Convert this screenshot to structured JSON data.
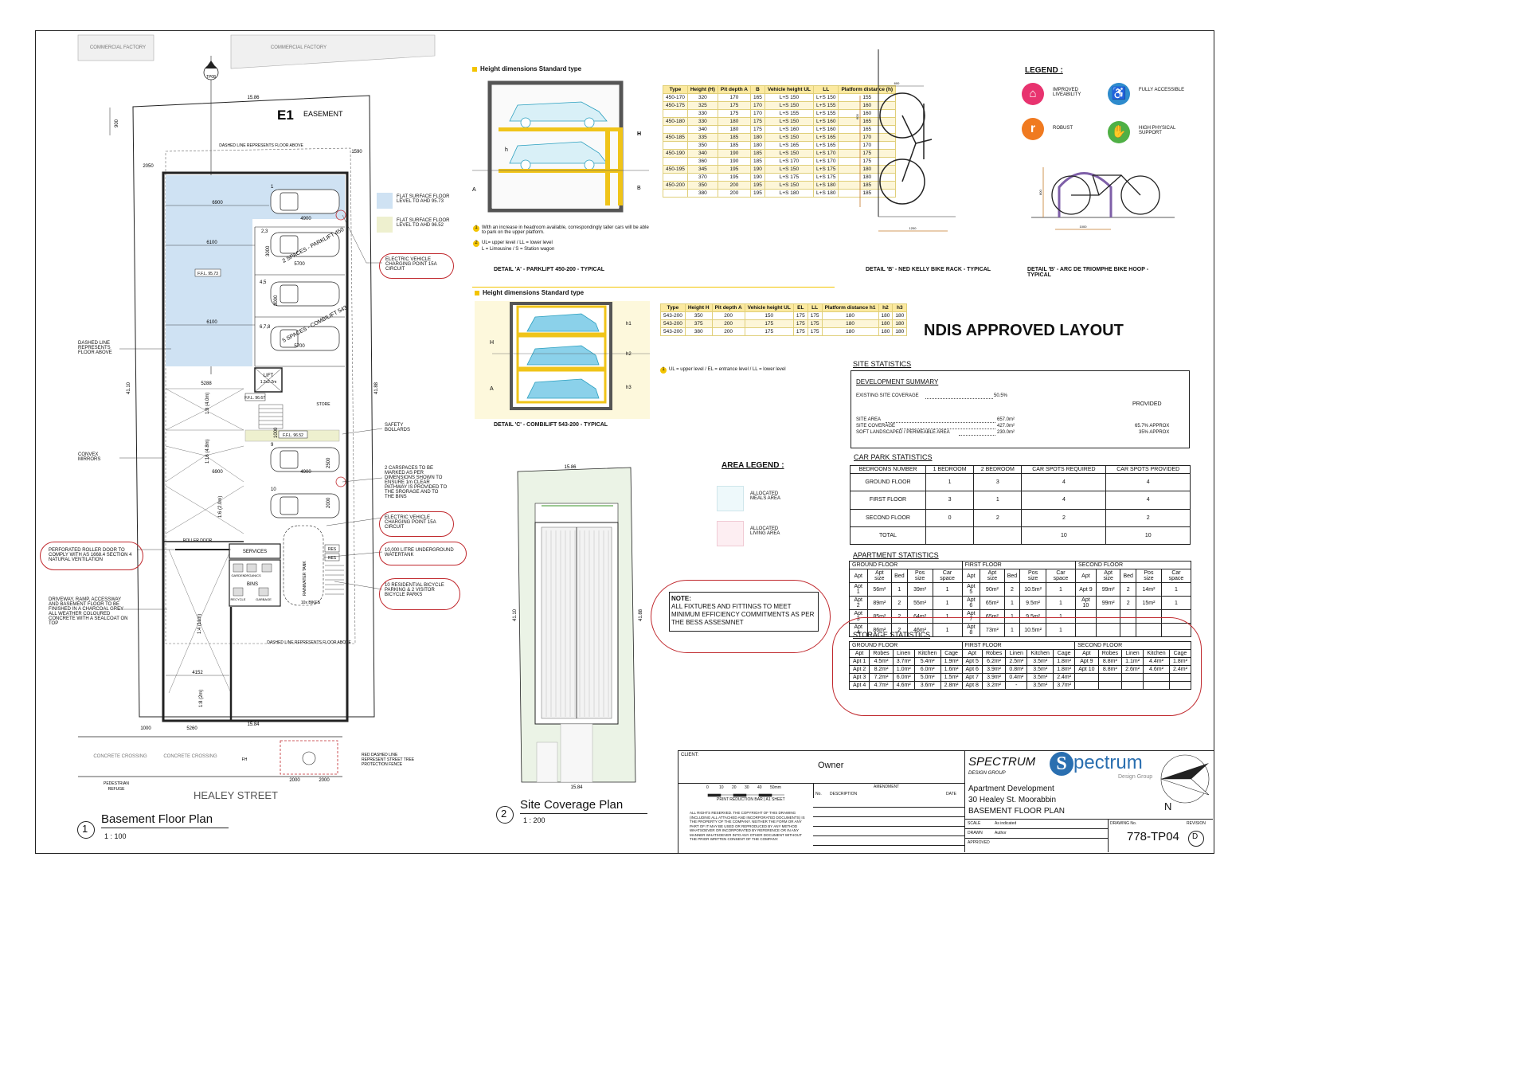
{
  "context": {
    "commercial_factory": "COMMERCIAL FACTORY",
    "tp08": "TP08",
    "dim_15_86": "15.86",
    "dim_41_10": "41.10",
    "dim_41_88": "41.88",
    "dim_15_84": "15.84",
    "street": "HEALEY STREET"
  },
  "basement": {
    "easement_code": "E1",
    "easement_label": "EASEMENT",
    "dashed_floor_above": "DASHED LINE REPRESENTS FLOOR ABOVE",
    "dims": {
      "d6900": "6900",
      "d4900": "4900",
      "d6100": "6100",
      "d5700": "5700",
      "d3000": "3000",
      "d2050": "2050",
      "d1590": "1590",
      "d5288": "5288",
      "d4152": "4152",
      "d1000": "1000",
      "d5260": "5260",
      "d2000": "2000",
      "d2500": "2500",
      "d6900b": "6900",
      "d4900b": "4900"
    },
    "spaces": [
      "1",
      "2,3",
      "4,5",
      "6,7,8",
      "9",
      "10"
    ],
    "parklift": "2 SPACES - PARKLIFT 450",
    "combilift": "5 SPACES - COMBILIFT 543",
    "ffl_9573": "F.F.L. 95.73",
    "ffl_9667": "F.F.L. 96.67",
    "ffl_9652": "F.F.L. 96.52",
    "lift": "LIFT",
    "lift_size": "1.2x2.2m",
    "store": "STORE",
    "ramp_1_8": "1:8 (4.0m)",
    "ramp_1_16": "1:16 (4.8m)",
    "ramp_1_6": "1:6 (2.0m)",
    "ramp_1_4": "1:4 (11m)",
    "ramp_1_8b": "1:8 (2m)",
    "roller_door": "ROLLER DOOR",
    "services": "SERVICES",
    "res1": "RES",
    "res2": "RES",
    "rainwater_tank": "RAINWATER TANK",
    "bins": "BINS",
    "bin_garden": "GARDEN",
    "bin_organics": "ORGANICS",
    "bin_recycle": "RECYCLE",
    "bin_garbage": "GARBAGE",
    "bikes": "10x BIKES",
    "concrete_crossing": "CONCRETE CROSSING",
    "fh": "FH",
    "pedestrian_refuge": "PEDESTRIAN REFUGE",
    "tree_fence": "RED DASHED LINE REPRESENT STREET TREE PROTECTION FENCE",
    "legend_flat_95": "FLAT SURFACE FLOOR LEVEL TO AHD 95.73",
    "legend_flat_96": "FLAT SURFACE FLOOR LEVEL TO AHD 96.52",
    "notes": {
      "ev1": "ELECTRIC VEHICLE CHARGING POINT 15A CIRCUIT",
      "dashed": "DASHED LINE REPRESENTS FLOOR ABOVE",
      "bollards": "SAFETY BOLLARDS",
      "mirrors": "CONVEX MIRRORS",
      "carspaces": "2 CARSPACES TO BE MARKED AS PER DIMENSIONS SHOWN TO ENSURE 1m CLEAR PATHWAY IS PROVIDED TO THE SRORAGE AND TO THE BINS",
      "ev2": "ELECTRIC VEHICLE CHARGING POINT 15A CIRCUIT",
      "tank": "10,000 LITRE UNDERGROUND WATERTANK",
      "bicycle": "10 RESIDENTIAL BICYCLE PARKING & 2 VISITOR BICYCLE PARKS",
      "roller": "PERFORATED ROLLER DOOR TO COMPLY WITH AS 1668.4 SECTION 4 NATURAL VENTILATION",
      "driveway": "DRIVEWAY, RAMP, ACCESSWAY AND BASEMENT FLOOR TO BE FINISHED IN A CHARCOAL GREY ALL WEATHER COLOURED CONCRETE WITH A SEALCOAT ON TOP"
    },
    "title_num": "1",
    "title": "Basement Floor Plan",
    "scale": "1 : 100"
  },
  "site_coverage": {
    "title_num": "2",
    "title": "Site Coverage Plan",
    "scale": "1 : 200"
  },
  "detail_a": {
    "header": "Height dimensions Standard type",
    "caption": "DETAIL 'A' - PARKLIFT 450-200 - TYPICAL",
    "note1": "With an increase in headroom available, correspondingly taller cars will be able to park on the upper platform.",
    "note2a": "UL= upper level / LL = lower level",
    "note2b": "L = Limousine / S = Station wagon",
    "marks": {
      "h": "h",
      "H": "H",
      "A": "A",
      "B": "B",
      "note_1": "1",
      "note_2": "2"
    },
    "table_headers": [
      "Type",
      "Height (H)",
      "Pit depth A",
      "B",
      "Vehicle height UL",
      "LL",
      "Platform distance (h)"
    ],
    "rows": [
      [
        "450-170",
        "320",
        "170",
        "165",
        "L+S 150",
        "L+S 150",
        "155"
      ],
      [
        "450-175",
        "325",
        "175",
        "170",
        "L+S 150",
        "L+S 155",
        "160"
      ],
      [
        "",
        "330",
        "175",
        "170",
        "L+S 155",
        "L+S 155",
        "160"
      ],
      [
        "450-180",
        "330",
        "180",
        "175",
        "L+S 150",
        "L+S 160",
        "165"
      ],
      [
        "",
        "340",
        "180",
        "175",
        "L+S 160",
        "L+S 160",
        "165"
      ],
      [
        "450-185",
        "335",
        "185",
        "180",
        "L+S 150",
        "L+S 165",
        "170"
      ],
      [
        "",
        "350",
        "185",
        "180",
        "L+S 165",
        "L+S 165",
        "170"
      ],
      [
        "450-190",
        "340",
        "190",
        "185",
        "L+S 150",
        "L+S 170",
        "175"
      ],
      [
        "",
        "360",
        "190",
        "185",
        "L+S 170",
        "L+S 170",
        "175"
      ],
      [
        "450-195",
        "345",
        "195",
        "190",
        "L+S 150",
        "L+S 175",
        "180"
      ],
      [
        "",
        "370",
        "195",
        "190",
        "L+S 175",
        "L+S 175",
        "180"
      ],
      [
        "450-200",
        "350",
        "200",
        "195",
        "L+S 150",
        "L+S 180",
        "185"
      ],
      [
        "",
        "380",
        "200",
        "195",
        "L+S 180",
        "L+S 180",
        "185"
      ]
    ]
  },
  "detail_c": {
    "header": "Height dimensions Standard type",
    "caption": "DETAIL 'C' - COMBILIFT 543-200 - TYPICAL",
    "note": "UL = upper level / EL = entrance level / LL = lower level",
    "marks": {
      "H": "H",
      "A": "A",
      "h1": "h1",
      "h2": "h2",
      "h3": "h3",
      "note_1": "1"
    },
    "table_headers": [
      "Type",
      "Height H",
      "Pit depth A",
      "Vehicle height UL",
      "EL",
      "LL",
      "Platform distance h1",
      "h2",
      "h3"
    ],
    "rows": [
      [
        "543-200",
        "350",
        "200",
        "150",
        "175",
        "175",
        "180",
        "180",
        "180"
      ],
      [
        "543-200",
        "375",
        "200",
        "175",
        "175",
        "175",
        "180",
        "180",
        "180"
      ],
      [
        "543-200",
        "380",
        "200",
        "175",
        "175",
        "175",
        "180",
        "180",
        "180"
      ]
    ]
  },
  "detail_b1": {
    "caption": "DETAIL 'B' - NED KELLY BIKE RACK - TYPICAL",
    "dim_w": "600",
    "dim_h": "1200",
    "dim_top": "600"
  },
  "detail_b2": {
    "caption": "DETAIL 'B' - ARC DE TRIOMPHE BIKE HOOP - TYPICAL",
    "dim_w": "1000",
    "dim_h": "800"
  },
  "legend": {
    "title": "LEGEND :",
    "items": [
      {
        "icon": "house-icon",
        "label": "IMPROVED LIVEABILITY",
        "color": "#e8336f"
      },
      {
        "icon": "wheelchair-icon",
        "label": "FULLY ACCESSIBLE",
        "color": "#2e8bcd"
      },
      {
        "icon": "robust-icon",
        "label": "ROBUST",
        "color": "#f07a20"
      },
      {
        "icon": "support-icon",
        "label": "HIGH PHYSICAL SUPPORT",
        "color": "#4fb045"
      }
    ]
  },
  "ndis_title": "NDIS APPROVED LAYOUT",
  "area_legend": {
    "title": "AREA LEGEND :",
    "meals": "ALLOCATED MEALS AREA",
    "living": "ALLOCATED LIVING AREA"
  },
  "note": {
    "title": "NOTE:",
    "text": "ALL FIXTURES AND FITTINGS TO MEET MINIMUM EFFICIENCY COMMITMENTS AS PER THE BESS ASSESMNET"
  },
  "site_stats": {
    "title": "SITE STATISTICS",
    "dev_summary": "DEVELOPMENT SUMMARY",
    "provided": "PROVIDED",
    "existing_label": "EXISTING SITE COVERAGE",
    "existing_val": "50.5%",
    "site_area_label": "SITE AREA",
    "site_area_val": "657.0m²",
    "coverage_label": "SITE COVERAGE",
    "coverage_val": "427.0m²",
    "coverage_pct": "65.7% APPROX",
    "soft_label": "SOFT LANDSCAPED / PERMEABLE AREA",
    "soft_val": "230.0m²",
    "soft_pct": "35% APPROX"
  },
  "car_park": {
    "title": "CAR PARK STATISTICS",
    "headers": [
      "BEDROOMS NUMBER",
      "1 BEDROOM",
      "2 BEDROOM",
      "CAR SPOTS REQUIRED",
      "CAR SPOTS PROVIDED"
    ],
    "rows": [
      [
        "GROUND FLOOR",
        "1",
        "3",
        "4",
        "4"
      ],
      [
        "FIRST FLOOR",
        "3",
        "1",
        "4",
        "4"
      ],
      [
        "SECOND FLOOR",
        "0",
        "2",
        "2",
        "2"
      ],
      [
        "TOTAL",
        "",
        "",
        "10",
        "10"
      ]
    ]
  },
  "apartment": {
    "title": "APARTMENT STATISTICS",
    "floors": [
      "GROUND FLOOR",
      "FIRST FLOOR",
      "SECOND FLOOR"
    ],
    "headers": [
      "Apt",
      "Apt size",
      "Bed",
      "Pos size",
      "Car space"
    ],
    "ground": [
      [
        "Apt 1",
        "56m²",
        "1",
        "39m²",
        "1"
      ],
      [
        "Apt 2",
        "89m²",
        "2",
        "55m²",
        "1"
      ],
      [
        "Apt 3",
        "85m²",
        "2",
        "64m²",
        "1"
      ],
      [
        "Apt 4",
        "86m²",
        "2",
        "46m²",
        "1"
      ]
    ],
    "first": [
      [
        "Apt 5",
        "90m²",
        "2",
        "10.5m²",
        "1"
      ],
      [
        "Apt 6",
        "65m²",
        "1",
        "9.5m²",
        "1"
      ],
      [
        "Apt 7",
        "65m²",
        "1",
        "9.5m²",
        "1"
      ],
      [
        "Apt 8",
        "73m²",
        "1",
        "10.5m²",
        "1"
      ]
    ],
    "second": [
      [
        "Apt 9",
        "99m²",
        "2",
        "14m²",
        "1"
      ],
      [
        "Apt 10",
        "99m²",
        "2",
        "15m²",
        "1"
      ],
      [
        "",
        "",
        "",
        "",
        ""
      ],
      [
        "",
        "",
        "",
        "",
        ""
      ]
    ]
  },
  "storage": {
    "title": "STORAGE STATISTICS",
    "floors": [
      "GROUND FLOOR",
      "FIRST FLOOR",
      "SECOND FLOOR"
    ],
    "headers": [
      "Apt",
      "Robes",
      "Linen",
      "Kitchen",
      "Cage"
    ],
    "ground": [
      [
        "Apt 1",
        "4.5m²",
        "3.7m²",
        "5.4m²",
        "1.9m²"
      ],
      [
        "Apt 2",
        "8.2m²",
        "1.0m²",
        "6.0m²",
        "1.6m²"
      ],
      [
        "Apt 3",
        "7.2m²",
        "6.0m²",
        "5.0m²",
        "1.5m²"
      ],
      [
        "Apt 4",
        "4.7m²",
        "4.6m²",
        "3.6m²",
        "2.8m²"
      ]
    ],
    "first": [
      [
        "Apt 5",
        "6.2m²",
        "2.5m²",
        "3.5m²",
        "1.8m²"
      ],
      [
        "Apt 6",
        "3.9m²",
        "0.8m²",
        "3.5m²",
        "1.8m²"
      ],
      [
        "Apt 7",
        "3.9m²",
        "0.4m²",
        "3.5m²",
        "2.4m²"
      ],
      [
        "Apt 8",
        "3.2m²",
        "-",
        "3.5m²",
        "3.7m²"
      ]
    ],
    "second": [
      [
        "Apt 9",
        "8.8m²",
        "1.1m²",
        "4.4m²",
        "1.8m²"
      ],
      [
        "Apt 10",
        "8.8m²",
        "2.6m²",
        "4.6m²",
        "2.4m²"
      ],
      [
        "",
        "",
        "",
        "",
        ""
      ],
      [
        "",
        "",
        "",
        "",
        ""
      ]
    ]
  },
  "title_block": {
    "client_label": "CLIENT:",
    "client": "Owner",
    "scale_ticks": [
      "0",
      "10",
      "20",
      "30",
      "40",
      "50mm"
    ],
    "print_bar": "PRINT REDUCTION BAR | A1 SHEET",
    "amendment": "AMENDMENT",
    "no": "No.",
    "description": "DESCRIPTION",
    "date": "DATE",
    "rights": "ALL RIGHTS RESERVED. THE COPYRIGHT OF THIS DRAWING (INCLUDING ALL ATTACHED AND INCORPORATED DOCUMENTS) IS THE PROPERTY OF THE COMPANY. NEITHER THE FORM OR ANY PART OF IT MAY BE USED OR REPRODUCED BY ANY METHOD WHATSOEVER OR INCORPORATED BY REFERENCE OR IN ANY MANNER WHATSOEVER INTO ANY OTHER DOCUMENT WITHOUT THE PRIOR WRITTEN CONSENT OF THE COMPANY.",
    "company": "SPECTRUM",
    "company_sub": "DESIGN GROUP",
    "logo_text": "pectrum",
    "logo_sub": "Design Group",
    "logo_s": "S",
    "project1": "Apartment Development",
    "project2": "30 Healey St. Moorabbin",
    "project3": "BASEMENT FLOOR PLAN",
    "scale_label": "SCALE",
    "scale_val": "As indicated",
    "drawn_label": "DRAWN",
    "drawn_val": "Author",
    "approved_label": "APPROVED",
    "drawing_no_label": "DRAWING No.",
    "drawing_no": "778-TP04",
    "revision_label": "REVISION",
    "revision": "D",
    "north": "N"
  }
}
